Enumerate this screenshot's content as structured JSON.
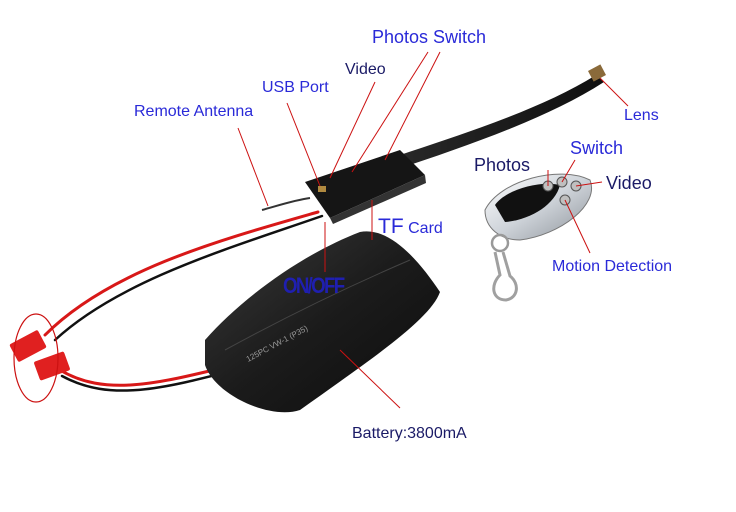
{
  "labels": {
    "photos_switch": "Photos  Switch",
    "video": "Video",
    "usb_port": "USB Port",
    "remote_antenna": "Remote Antenna",
    "lens": "Lens",
    "remote_photos": "Photos",
    "remote_switch": "Switch",
    "remote_video": "Video",
    "motion_detection": "Motion Detection",
    "tf_big": "TF",
    "tf_small": "Card",
    "onoff": "ON/OFF",
    "battery": "Battery:3800mA"
  },
  "battery_print": {
    "line1": "125PC   VW-1   (P35)"
  },
  "colors": {
    "label_blue": "#2a2ad8",
    "wire_red": "#d81818",
    "connector_red": "#e02020",
    "device_black": "#1a1a1a",
    "pointer_red": "#cc1111"
  }
}
